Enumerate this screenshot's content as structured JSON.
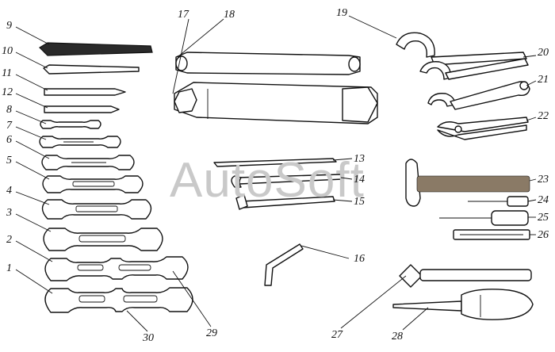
{
  "watermark": "AutoSoft",
  "callouts": {
    "n1": "1",
    "n2": "2",
    "n3": "3",
    "n4": "4",
    "n5": "5",
    "n6": "6",
    "n7": "7",
    "n8": "8",
    "n9": "9",
    "n10": "10",
    "n11": "11",
    "n12": "12",
    "n13": "13",
    "n14": "14",
    "n15": "15",
    "n16": "16",
    "n17": "17",
    "n18": "18",
    "n19": "19",
    "n20": "20",
    "n21": "21",
    "n22": "22",
    "n23": "23",
    "n24": "24",
    "n25": "25",
    "n26": "26",
    "n27": "27",
    "n28": "28",
    "n29": "29",
    "n30": "30"
  },
  "colors": {
    "ink": "#111111",
    "background": "#ffffff",
    "watermark": "#c9c9c9"
  }
}
